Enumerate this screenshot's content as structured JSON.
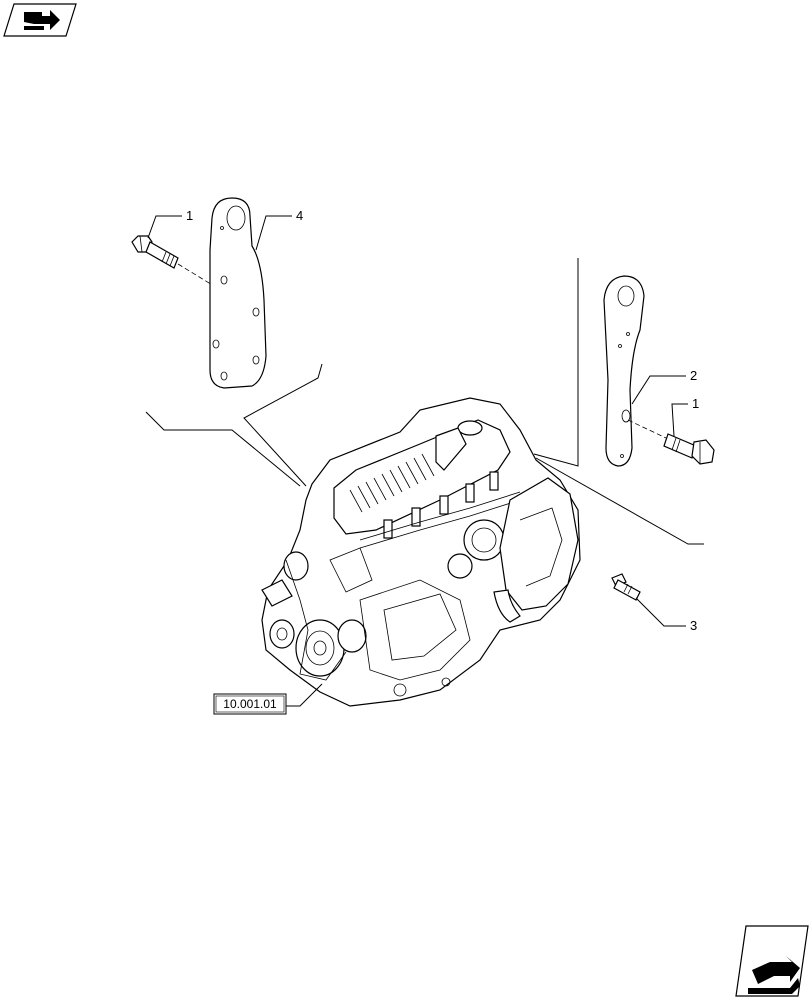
{
  "callouts": {
    "bolt_left": "1",
    "bracket_left": "4",
    "bracket_right": "2",
    "bolt_right": "1",
    "bolt_small": "3"
  },
  "reference": {
    "code": "10.001.01"
  },
  "icons": {
    "top_left": "book-navigation-icon",
    "bottom_right": "next-page-arrow-icon"
  }
}
